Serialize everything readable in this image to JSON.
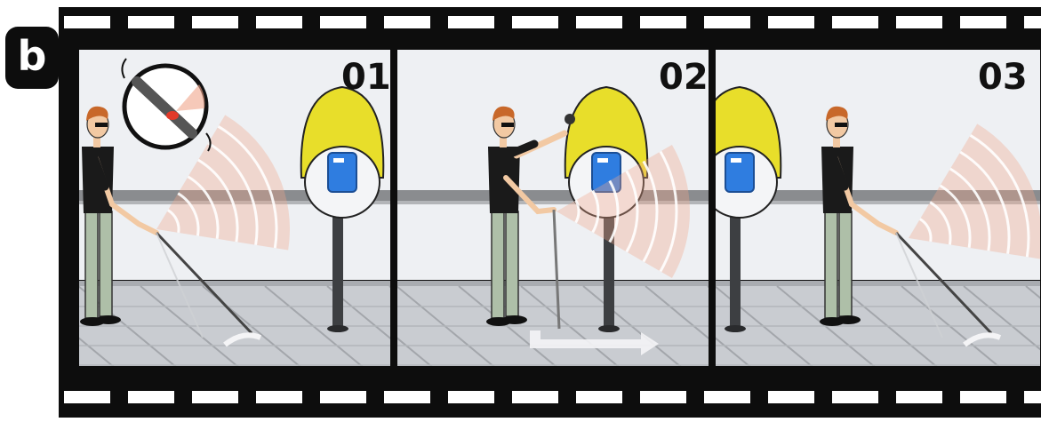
{
  "figure": {
    "panel_label": "b",
    "frames": [
      {
        "number": "01"
      },
      {
        "number": "02"
      },
      {
        "number": "03"
      }
    ],
    "colors": {
      "film": "#0d0d0d",
      "sprocket": "#ffffff",
      "sky": "#eef0f3",
      "rail": "#8a8c8f",
      "floor": "#c9ccd1",
      "pole": "#3d3f42",
      "canopy": "#e8de2a",
      "card": "#2f7de0",
      "wave": "#f0a58a",
      "shirt": "#1a1a1a",
      "pants": "#aebfa8",
      "hair": "#c8682a",
      "skin": "#f2c9a3"
    },
    "icons": [
      "sensor-cane-inset-icon",
      "signal-wave-icon",
      "ticket-validator-icon",
      "blind-person-icon",
      "direction-arrow-icon"
    ]
  }
}
